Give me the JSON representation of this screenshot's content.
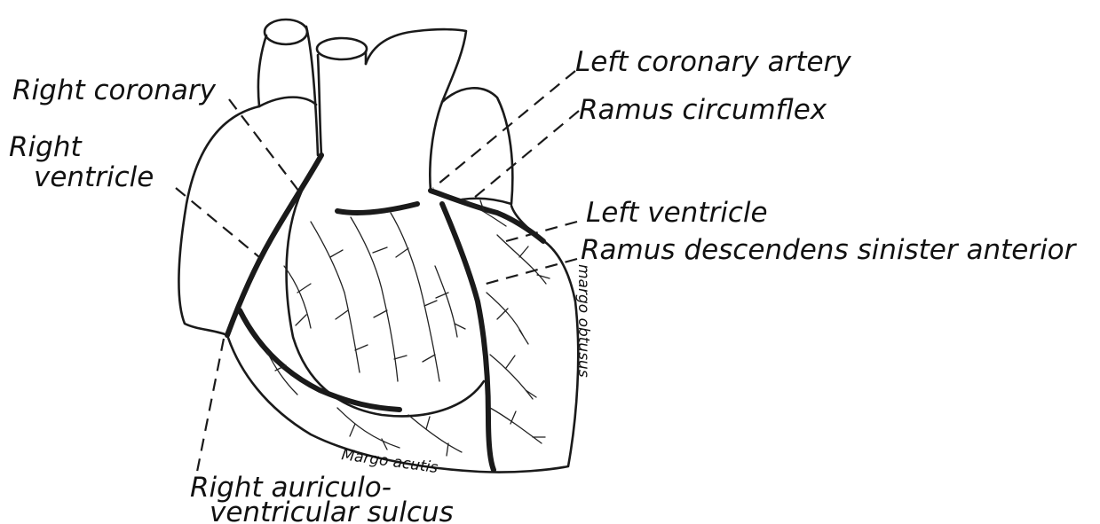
{
  "labels": {
    "left_coronary_artery": "Left coronary artery",
    "ramus_circumflex": "Ramus circumflex",
    "right_coronary": "Right coronary",
    "right_ventricle_1": "Right",
    "right_ventricle_2": "ventricle",
    "left_ventricle": "Left ventricle",
    "ramus_descendens": "Ramus descendens sinister anterior",
    "margo_obtusus": "margo obtusus",
    "margo_acutis": "Margo acutis",
    "sulcus_1": "Right auriculo-",
    "sulcus_2": "ventricular sulcus"
  },
  "colors": {
    "ink": "#1a1a1a",
    "paper": "#ffffff"
  }
}
